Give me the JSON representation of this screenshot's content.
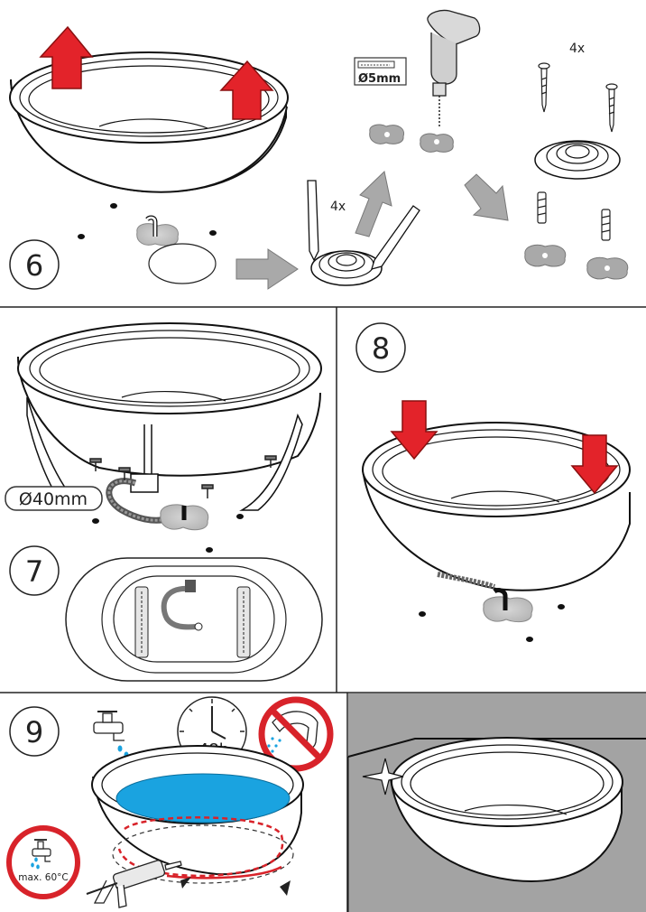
{
  "steps": {
    "s6": {
      "number": "6",
      "dowel_count": "4x",
      "screw_count": "4x",
      "drill_bit": "Ø5mm"
    },
    "s7": {
      "number": "7",
      "drain_size": "Ø40mm"
    },
    "s8": {
      "number": "8"
    },
    "s9": {
      "number": "9",
      "wait_time": "48h",
      "max_temp": "max. 60°C"
    }
  },
  "colors": {
    "arrow_red": "#e3232a",
    "arrow_grey": "#a9a9a9",
    "water_blue": "#1aa3e0",
    "prohibit_red": "#d8232a",
    "silicone_red": "#d8232a",
    "room_wall": "#a3a3a3",
    "pad_grey": "#c4c4c4"
  },
  "icons": [
    "up-arrow-icon",
    "down-arrow-icon",
    "grey-arrow-icon",
    "drill-icon",
    "screw-icon",
    "dowel-icon",
    "tap-icon",
    "clock-icon",
    "no-shower-icon",
    "hot-water-limit-icon",
    "caulking-gun-icon",
    "sparkle-icon"
  ]
}
